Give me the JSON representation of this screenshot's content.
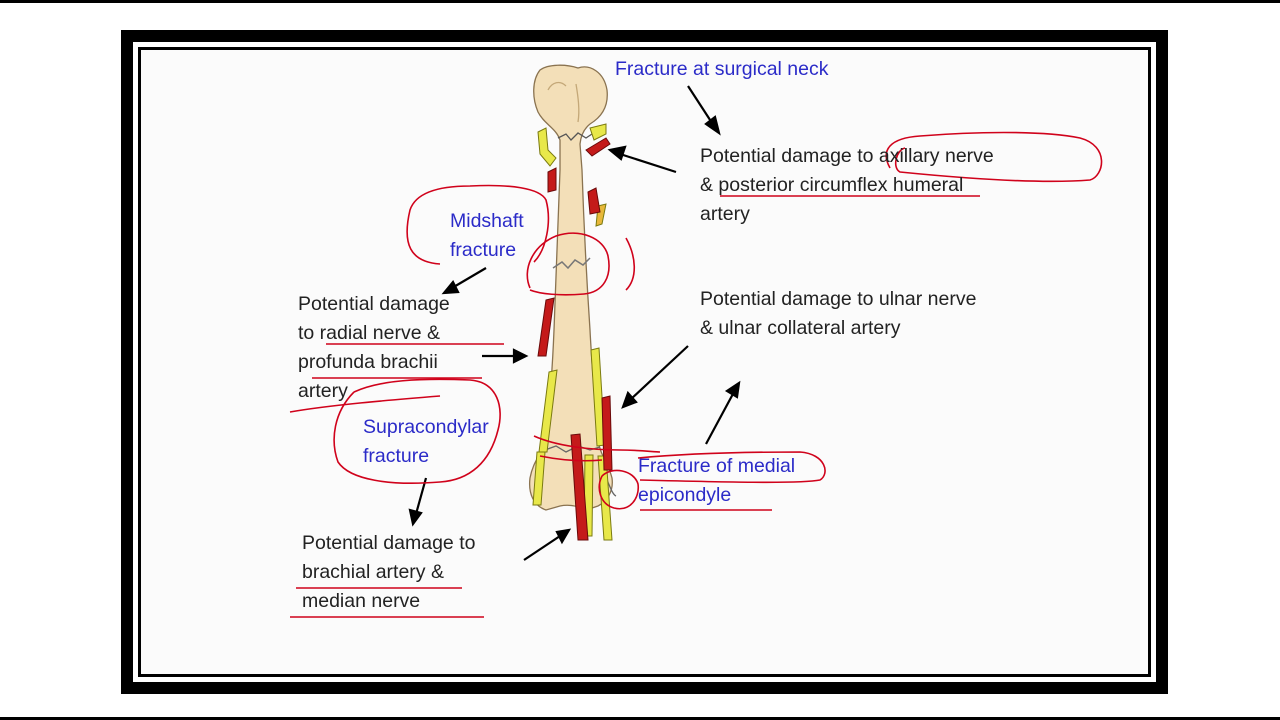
{
  "labels": {
    "surgical_neck_title": "Fracture at surgical neck",
    "surgical_neck_damage": [
      "Potential damage to axillary nerve",
      "& posterior circumflex humeral",
      "artery"
    ],
    "midshaft_title": [
      "Midshaft",
      "fracture"
    ],
    "midshaft_damage": [
      "Potential damage",
      "to radial nerve &",
      "profunda brachii",
      "artery"
    ],
    "supracondylar_title": [
      "Supracondylar",
      "fracture"
    ],
    "supracondylar_damage": [
      "Potential damage to",
      "brachial artery &",
      "median nerve"
    ],
    "medial_epicondyle_title": [
      "Fracture of medial",
      "epicondyle"
    ],
    "medial_epicondyle_damage": [
      "Potential damage to ulnar nerve",
      "& ulnar collateral artery"
    ]
  },
  "colors": {
    "fracture_label": "#2b2bc8",
    "annotation_ink": "#d0021b",
    "artery": "#c41a1a",
    "nerve": "#e8e84a",
    "bone": "#f3dfb8"
  }
}
